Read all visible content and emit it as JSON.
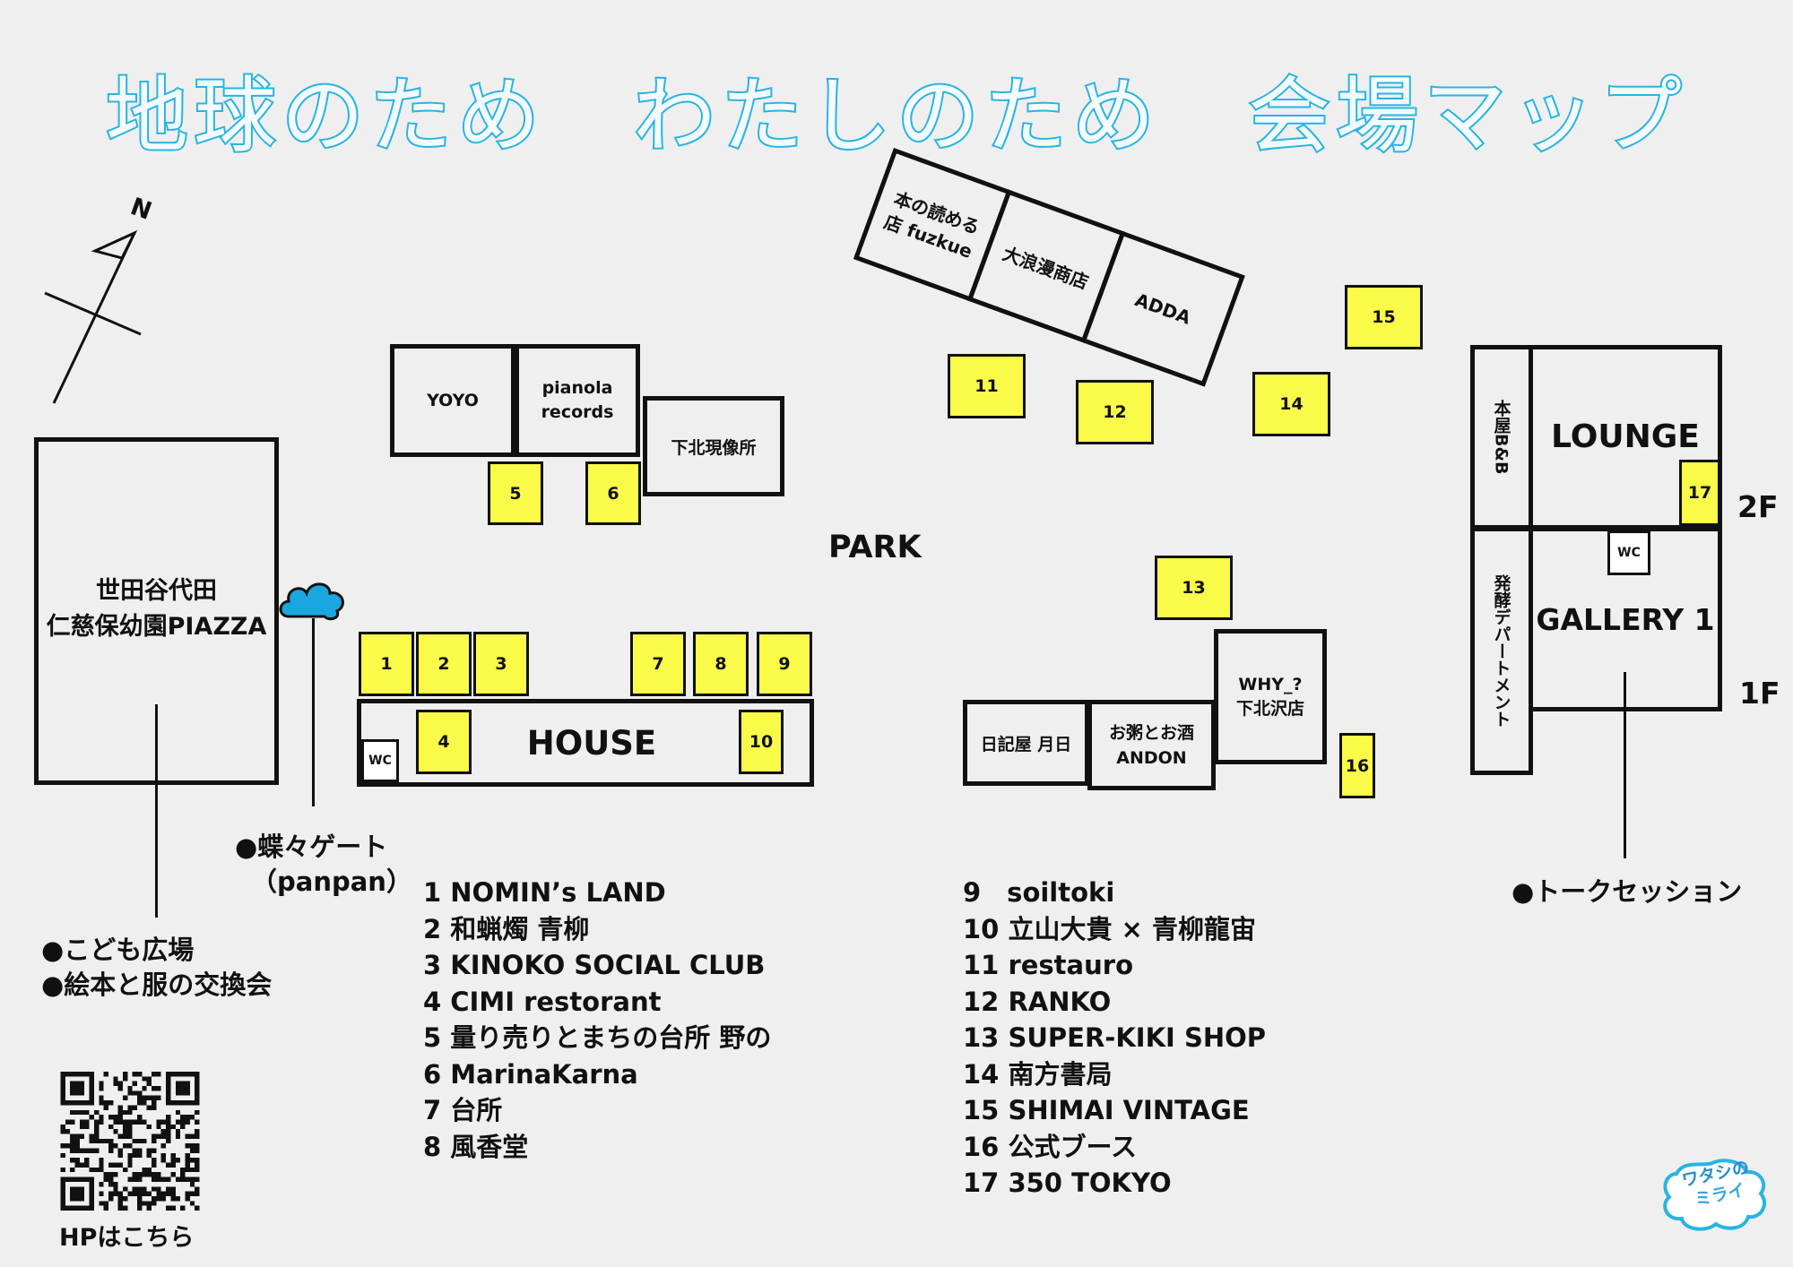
{
  "title": "地球のため　わたしのため　会場マップ",
  "colors": {
    "title": "#28b4e4",
    "booth": "#fafa49",
    "cloud": "#1aa6df"
  },
  "compass": {
    "label": "N"
  },
  "park_label": "PARK",
  "buildings": {
    "piazza": [
      "世田谷代田",
      "仁慈保幼園PIAZZA"
    ],
    "yoyo": "YOYO",
    "pianola": [
      "pianola",
      "records"
    ],
    "genzo": "下北現像所",
    "house": "HOUSE",
    "fuzkue": [
      "本の読める",
      "店 fuzkue"
    ],
    "onami": "大浪漫商店",
    "adda": "ADDA",
    "honya_bb": "本屋B&B",
    "lounge": "LOUNGE",
    "gallery": "GALLERY 1",
    "hakko": "発酵デパートメント",
    "nikki": "日記屋 月日",
    "andon": [
      "お粥とお酒",
      "ANDON"
    ],
    "why": [
      "WHY_?",
      "下北沢店"
    ],
    "wc": "WC"
  },
  "floors": {
    "f2": "2F",
    "f1": "1F"
  },
  "booths": [
    "1",
    "2",
    "3",
    "4",
    "5",
    "6",
    "7",
    "8",
    "9",
    "10",
    "11",
    "12",
    "13",
    "14",
    "15",
    "16",
    "17"
  ],
  "annotations": {
    "gate": [
      "●蝶々ゲート",
      "（panpan）"
    ],
    "kids": [
      "●こども広場",
      "●絵本と服の交換会"
    ],
    "talk": "●トークセッション"
  },
  "legend_left": [
    "1 NOMIN’s LAND",
    "2 和蝋燭 青柳",
    "3 KINOKO SOCIAL CLUB",
    "4 CIMI restorant",
    "5 量り売りとまちの台所 野の",
    "6 MarinaKarna",
    "7 台所",
    "8 風香堂"
  ],
  "legend_right": [
    "9　soiltoki",
    "10  立山大貴 × 青柳龍宙",
    "11  restauro",
    "12  RANKO",
    "13  SUPER-KIKI SHOP",
    "14  南方書局",
    "15  SHIMAI VINTAGE",
    "16  公式ブース",
    "17  350 TOKYO"
  ],
  "qr": {
    "caption": "HPはこちら"
  },
  "logo": {
    "line1": "ワタシの",
    "line2": "ミライ"
  }
}
